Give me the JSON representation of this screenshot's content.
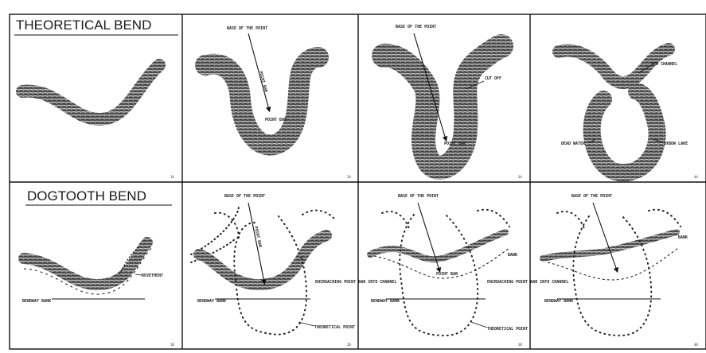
{
  "row1_title": "THEORETICAL BEND",
  "row2_title": "DOGTOOTH BEND",
  "labels": {
    "base_of_the_point": "BASE OF THE POINT",
    "point_bar": "POINT BAR",
    "point_bar_vertical": "POINT BAR",
    "cut_off": "CUT OFF",
    "new_channel": "NEW CHANNEL",
    "dead_water": "DEAD WATER",
    "oxbow_lake": "OXBOW LAKE",
    "revetment": "REVETMENT",
    "bend_way_bank": "BENDWAY BANK",
    "encroaching_point_bar_into_channel": "ENCROACHING POINT BAR INTO CHANNEL",
    "theoretical_point": "THEORETICAL POINT",
    "bank": "BANK"
  },
  "panel_numbers": [
    "1A",
    "2A",
    "3A",
    "4A",
    "1B",
    "2B",
    "3B",
    "4B"
  ],
  "colors": {
    "ink": "#1a1a1a",
    "paper": "#ffffff",
    "river": "#3a3a3a"
  }
}
